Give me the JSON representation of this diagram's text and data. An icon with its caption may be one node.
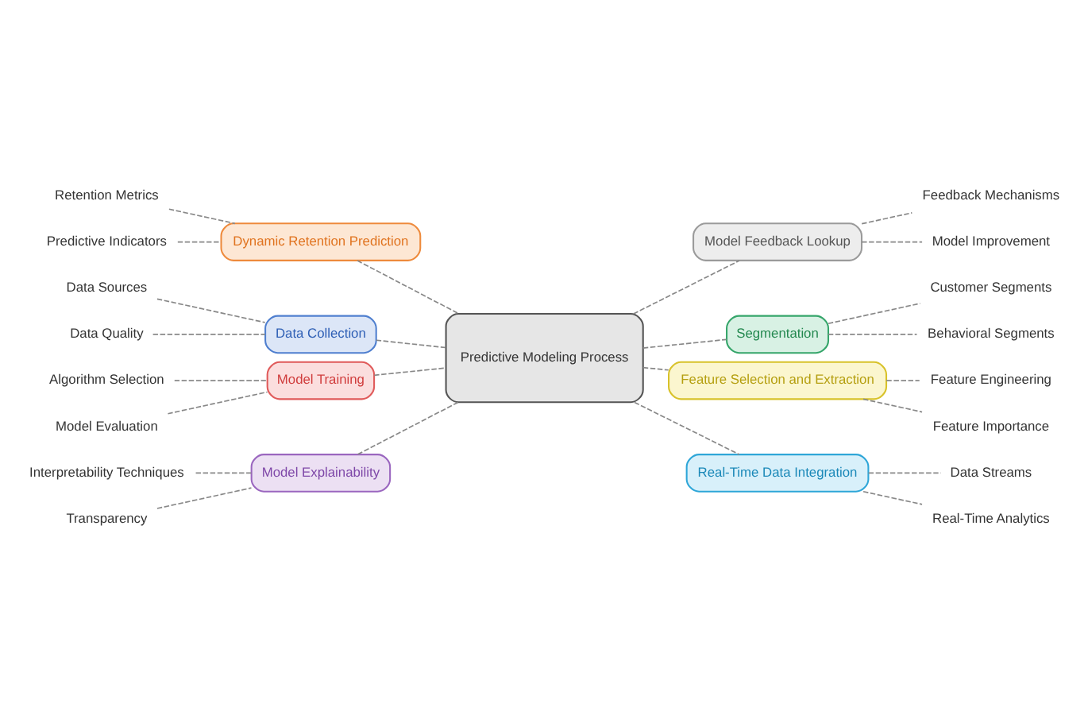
{
  "diagram": {
    "nodes": [
      {
        "text": [
          "Predictive Modeling Process"
        ]
      },
      {
        "text": [
          "Dynamic Retention Prediction"
        ]
      },
      {
        "text": [
          "Retention Metrics"
        ]
      },
      {
        "text": [
          "Predictive Indicators"
        ]
      },
      {
        "text": [
          "Data Collection"
        ]
      },
      {
        "text": [
          "Data Sources"
        ]
      },
      {
        "text": [
          "Data Quality"
        ]
      },
      {
        "text": [
          "Model Training"
        ]
      },
      {
        "text": [
          "Algorithm Selection"
        ]
      },
      {
        "text": [
          "Model Evaluation"
        ]
      },
      {
        "text": [
          "Model Explainability"
        ]
      },
      {
        "text": [
          "Interpretability Techniques"
        ]
      },
      {
        "text": [
          "Transparency"
        ]
      },
      {
        "text": [
          "Model Feedback Lookup"
        ]
      },
      {
        "text": [
          "Feedback Mechanisms"
        ]
      },
      {
        "text": [
          "Model Improvement"
        ]
      },
      {
        "text": [
          "Segmentation"
        ]
      },
      {
        "text": [
          "Customer Segments"
        ]
      },
      {
        "text": [
          "Behavioral Segments"
        ]
      },
      {
        "text": [
          "Feature Selection and Extraction"
        ]
      },
      {
        "text": [
          "Feature Engineering"
        ]
      },
      {
        "text": [
          "Feature Importance"
        ]
      },
      {
        "text": [
          "Real-Time Data Integration"
        ]
      },
      {
        "text": [
          "Data Streams"
        ]
      },
      {
        "text": [
          "Real-Time Analytics"
        ]
      }
    ],
    "edges": [
      {
        "from": 0,
        "to": 1,
        "arrow": "none",
        "style": "dashed"
      },
      {
        "from": 1,
        "to": 2,
        "arrow": "none",
        "style": "dashed"
      },
      {
        "from": 1,
        "to": 3,
        "arrow": "none",
        "style": "dashed"
      },
      {
        "from": 0,
        "to": 4,
        "arrow": "none",
        "style": "dashed"
      },
      {
        "from": 4,
        "to": 5,
        "arrow": "none",
        "style": "dashed"
      },
      {
        "from": 4,
        "to": 6,
        "arrow": "none",
        "style": "dashed"
      },
      {
        "from": 0,
        "to": 7,
        "arrow": "none",
        "style": "dashed"
      },
      {
        "from": 7,
        "to": 8,
        "arrow": "none",
        "style": "dashed"
      },
      {
        "from": 7,
        "to": 9,
        "arrow": "none",
        "style": "dashed"
      },
      {
        "from": 0,
        "to": 10,
        "arrow": "none",
        "style": "dashed"
      },
      {
        "from": 10,
        "to": 11,
        "arrow": "none",
        "style": "dashed"
      },
      {
        "from": 10,
        "to": 12,
        "arrow": "none",
        "style": "dashed"
      },
      {
        "from": 0,
        "to": 13,
        "arrow": "none",
        "style": "dashed"
      },
      {
        "from": 13,
        "to": 14,
        "arrow": "none",
        "style": "dashed"
      },
      {
        "from": 13,
        "to": 15,
        "arrow": "none",
        "style": "dashed"
      },
      {
        "from": 0,
        "to": 16,
        "arrow": "none",
        "style": "dashed"
      },
      {
        "from": 16,
        "to": 17,
        "arrow": "none",
        "style": "dashed"
      },
      {
        "from": 16,
        "to": 18,
        "arrow": "none",
        "style": "dashed"
      },
      {
        "from": 0,
        "to": 19,
        "arrow": "none",
        "style": "dashed"
      },
      {
        "from": 19,
        "to": 20,
        "arrow": "none",
        "style": "dashed"
      },
      {
        "from": 19,
        "to": 21,
        "arrow": "none",
        "style": "dashed"
      },
      {
        "from": 0,
        "to": 22,
        "arrow": "none",
        "style": "dashed"
      },
      {
        "from": 22,
        "to": 23,
        "arrow": "none",
        "style": "dashed"
      },
      {
        "from": 22,
        "to": 24,
        "arrow": "none",
        "style": "dashed"
      }
    ]
  }
}
